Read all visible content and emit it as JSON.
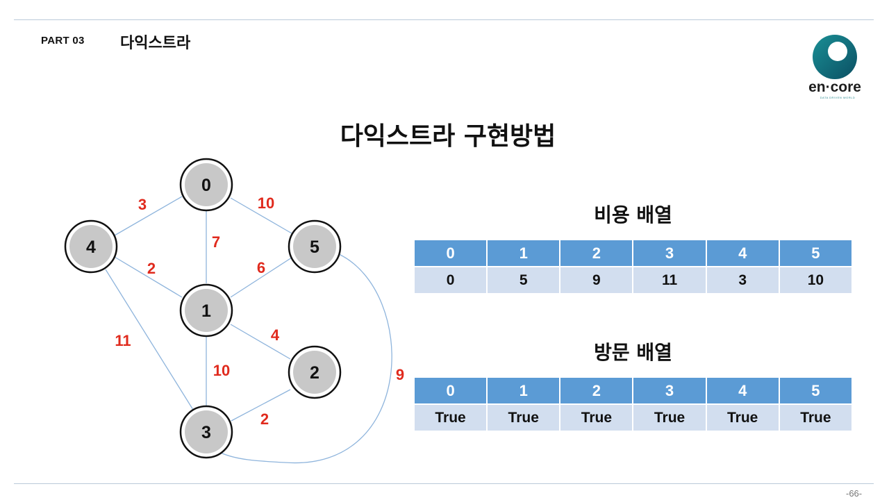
{
  "header": {
    "part": "PART 03",
    "section": "다익스트라"
  },
  "logo": {
    "name": "en·core",
    "tagline": "DATA DRIVEN WORLD"
  },
  "title": "다익스트라 구현방법",
  "graph": {
    "nodes": [
      "0",
      "1",
      "2",
      "3",
      "4",
      "5"
    ],
    "edges": [
      {
        "from": "0",
        "to": "4",
        "weight": "3"
      },
      {
        "from": "0",
        "to": "5",
        "weight": "10"
      },
      {
        "from": "0",
        "to": "1",
        "weight": "7"
      },
      {
        "from": "4",
        "to": "1",
        "weight": "2"
      },
      {
        "from": "5",
        "to": "1",
        "weight": "6"
      },
      {
        "from": "4",
        "to": "3",
        "weight": "11"
      },
      {
        "from": "1",
        "to": "2",
        "weight": "4"
      },
      {
        "from": "1",
        "to": "3",
        "weight": "10"
      },
      {
        "from": "2",
        "to": "3",
        "weight": "2"
      },
      {
        "from": "5",
        "to": "3",
        "weight": "9"
      }
    ]
  },
  "cost_array": {
    "title": "비용 배열",
    "headers": [
      "0",
      "1",
      "2",
      "3",
      "4",
      "5"
    ],
    "values": [
      "0",
      "5",
      "9",
      "11",
      "3",
      "10"
    ]
  },
  "visit_array": {
    "title": "방문 배열",
    "headers": [
      "0",
      "1",
      "2",
      "3",
      "4",
      "5"
    ],
    "values": [
      "True",
      "True",
      "True",
      "True",
      "True",
      "True"
    ]
  },
  "page_number": "-66-",
  "colors": {
    "edge": "#8eb4dc",
    "weight": "#e02a1d",
    "node_fill": "#c8c8c8",
    "header_fill": "#5b9bd5",
    "cell_fill": "#d2deef"
  }
}
